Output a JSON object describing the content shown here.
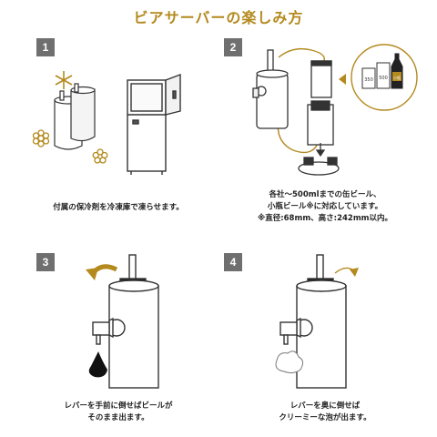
{
  "page": {
    "title": "ビアサーバーの楽しみ方",
    "colors": {
      "accent": "#b48a1e",
      "badge": "#6f6f6f",
      "line": "#333333"
    }
  },
  "steps": [
    {
      "number": "1",
      "caption": [
        "付属の保冷剤を冷凍庫で凍らせます。"
      ]
    },
    {
      "number": "2",
      "caption": [
        "各社～500mlまでの缶ビール、",
        "小瓶ビール※に対応しています。",
        "※直径:68mm、高さ:242mm以内。"
      ],
      "can_labels": [
        "350",
        "500",
        "小瓶"
      ]
    },
    {
      "number": "3",
      "caption": [
        "レバーを手前に倒せばビールが",
        "そのまま出ます。"
      ]
    },
    {
      "number": "4",
      "caption": [
        "レバーを奥に倒せば",
        "クリーミーな泡が出ます。"
      ]
    }
  ]
}
